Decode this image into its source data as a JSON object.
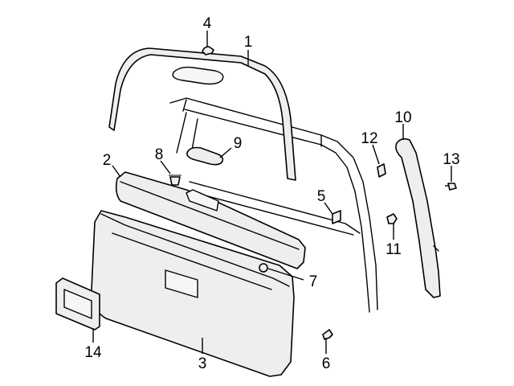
{
  "diagram": {
    "callouts": [
      {
        "number": "1",
        "part": "upper-trim-molding"
      },
      {
        "number": "2",
        "part": "upper-trim-panel"
      },
      {
        "number": "3",
        "part": "lower-trim-panel"
      },
      {
        "number": "4",
        "part": "clip"
      },
      {
        "number": "5",
        "part": "retainer"
      },
      {
        "number": "6",
        "part": "push-pin"
      },
      {
        "number": "7",
        "part": "plug"
      },
      {
        "number": "8",
        "part": "grommet"
      },
      {
        "number": "9",
        "part": "handle"
      },
      {
        "number": "10",
        "part": "side-trim-molding"
      },
      {
        "number": "11",
        "part": "push-pin"
      },
      {
        "number": "12",
        "part": "retainer"
      },
      {
        "number": "13",
        "part": "screw"
      },
      {
        "number": "14",
        "part": "pull-cup"
      }
    ]
  },
  "colors": {
    "line": "#000000",
    "part_fill": "#eeeeee",
    "background": "#ffffff"
  }
}
